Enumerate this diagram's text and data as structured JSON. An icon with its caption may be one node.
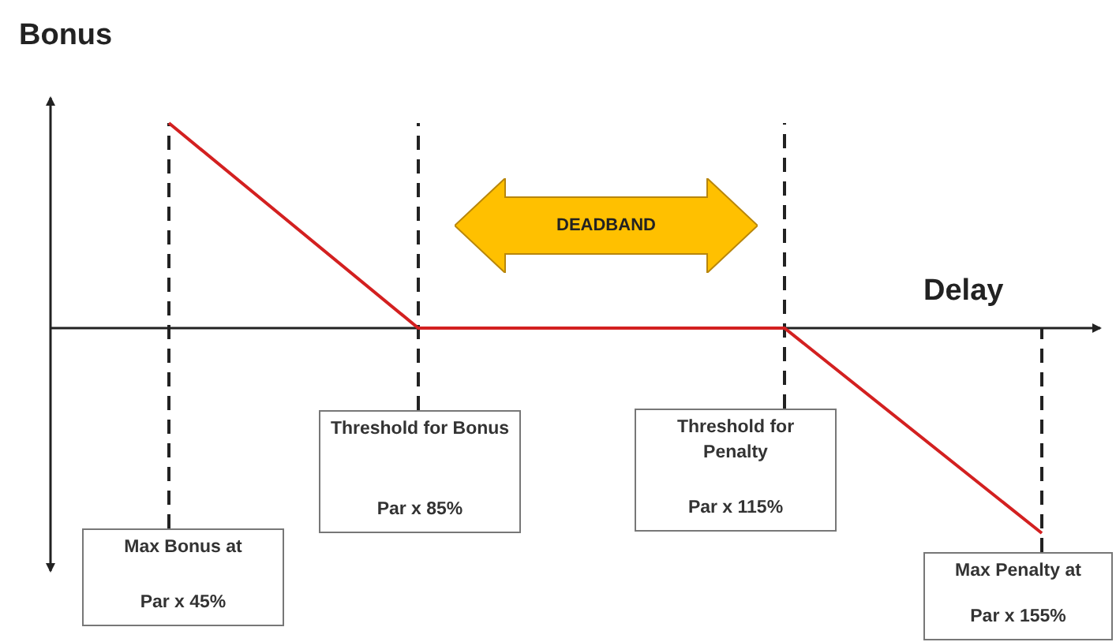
{
  "diagram": {
    "nodes": [
      {
        "text": [
          "DEADBAND"
        ]
      },
      {
        "text": [
          "Threshold for Bonus",
          "Par x 85%"
        ]
      },
      {
        "text": [
          "Threshold for Penalty",
          "Par x 115%"
        ]
      },
      {
        "text": [
          "Max Bonus at",
          "Par x 45%"
        ]
      },
      {
        "text": [
          "Max Penalty at",
          "Par x 155%"
        ]
      }
    ],
    "edges": [
      {
        "from": 3,
        "to": null,
        "arrow": "none",
        "style": "dashed"
      },
      {
        "from": 1,
        "to": null,
        "arrow": "none",
        "style": "dashed"
      },
      {
        "from": 2,
        "to": null,
        "arrow": "none",
        "style": "dashed"
      },
      {
        "from": 4,
        "to": null,
        "arrow": "none",
        "style": "dashed"
      }
    ],
    "labels": [
      "Bonus",
      "Delay"
    ]
  }
}
